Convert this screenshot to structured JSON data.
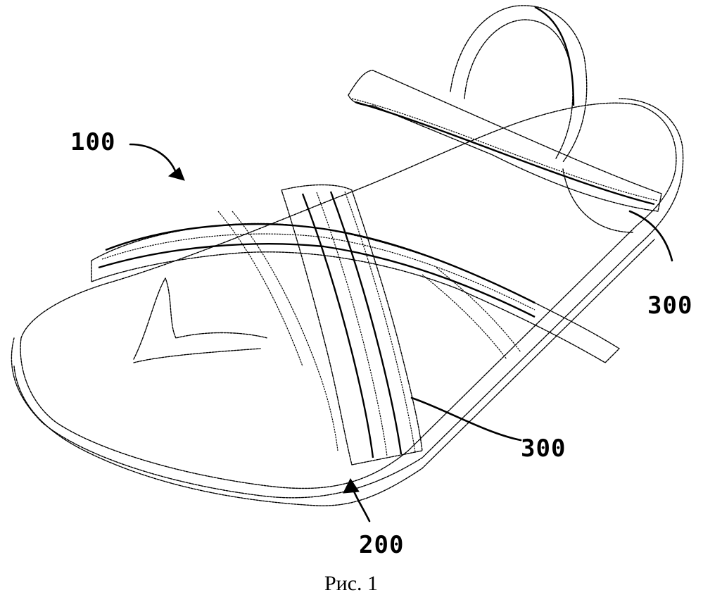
{
  "labels": {
    "sandal": "100",
    "sole": "200",
    "strap_front": "300",
    "strap_rear": "300"
  },
  "caption": "Рис. 1"
}
